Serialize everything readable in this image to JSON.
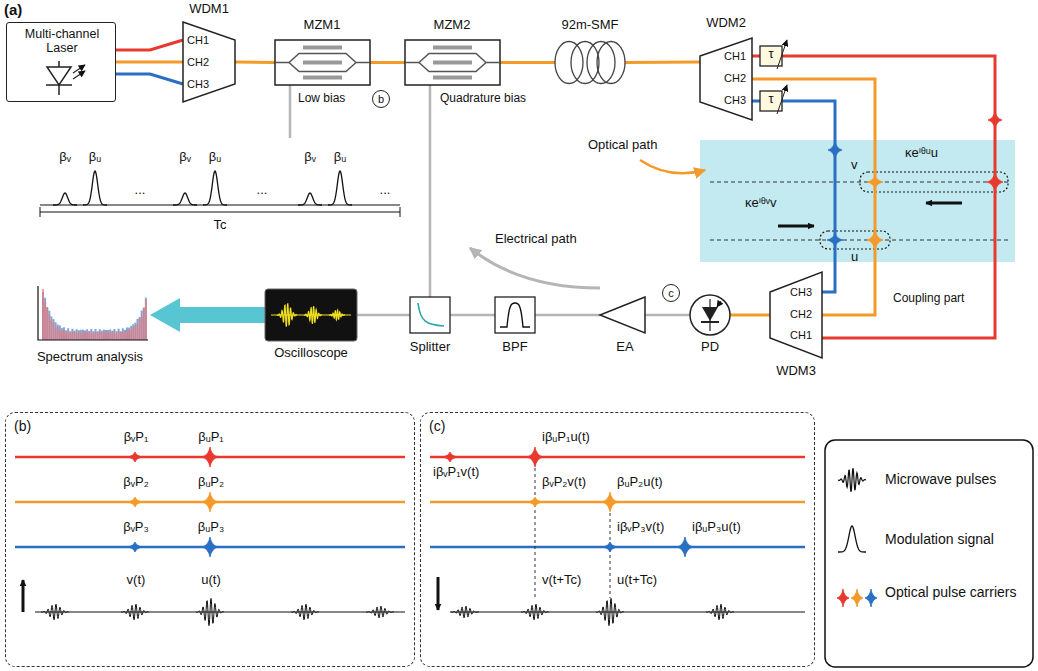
{
  "diagram": {
    "nodes": [
      {
        "text": [
          "Multi-channel Laser"
        ]
      },
      {
        "text": [
          "WDM1",
          "CH1",
          "CH2",
          "CH3"
        ]
      },
      {
        "text": [
          "MZM1"
        ]
      },
      {
        "text": [
          "MZM2"
        ]
      },
      {
        "text": [
          "92m-SMF"
        ]
      },
      {
        "text": [
          "WDM2",
          "CH1",
          "CH2",
          "CH3"
        ]
      },
      {
        "text": [
          "τ"
        ]
      },
      {
        "text": [
          "τ"
        ]
      },
      {
        "text": [
          "Coupling part",
          "v",
          "u",
          "κeⁱᶿᵘu",
          "κeⁱᶿᵛv"
        ]
      },
      {
        "text": [
          "WDM3",
          "CH3",
          "CH2",
          "CH1"
        ]
      },
      {
        "text": [
          "PD"
        ]
      },
      {
        "text": [
          "EA"
        ]
      },
      {
        "text": [
          "BPF"
        ]
      },
      {
        "text": [
          "Splitter"
        ]
      },
      {
        "text": [
          "Oscilloscope"
        ]
      },
      {
        "text": [
          "Spectrum analysis"
        ]
      },
      {
        "text": [
          "(b)",
          "βᵥP₁",
          "βᵤP₁",
          "βᵥP₂",
          "βᵤP₂",
          "βᵥP₃",
          "βᵤP₃",
          "v(t)",
          "u(t)"
        ]
      },
      {
        "text": [
          "(c)",
          "iβᵥP₁v(t)",
          "iβᵤP₁u(t)",
          "βᵥP₂v(t)",
          "βᵤP₂u(t)",
          "iβᵥP₃v(t)",
          "iβᵤP₃u(t)",
          "v(t+Tc)",
          "u(t+Tc)"
        ]
      }
    ],
    "edges": [
      {
        "from": 0,
        "to": 1,
        "arrow": "none"
      },
      {
        "from": 1,
        "to": 2,
        "arrow": "none"
      },
      {
        "from": 2,
        "to": 3,
        "arrow": "none"
      },
      {
        "from": 3,
        "to": 4,
        "arrow": "none"
      },
      {
        "from": 4,
        "to": 5,
        "arrow": "none"
      },
      {
        "from": 5,
        "to": 6,
        "arrow": "none"
      },
      {
        "from": 5,
        "to": 7,
        "arrow": "none"
      },
      {
        "from": 5,
        "to": 9,
        "arrow": "none"
      },
      {
        "from": 6,
        "to": 9,
        "arrow": "none"
      },
      {
        "from": 7,
        "to": 9,
        "arrow": "none"
      },
      {
        "from": 9,
        "to": 10,
        "arrow": "none"
      },
      {
        "from": 10,
        "to": 11,
        "arrow": "none"
      },
      {
        "from": 11,
        "to": 12,
        "arrow": "none"
      },
      {
        "from": 12,
        "to": 13,
        "arrow": "none"
      },
      {
        "from": 13,
        "to": 14,
        "arrow": "none"
      },
      {
        "from": 13,
        "to": 3,
        "arrow": "none"
      },
      {
        "from": 14,
        "to": 15,
        "arrow": "to"
      }
    ],
    "labels": [
      "(a)",
      "Low bias",
      "Quadrature bias",
      "b",
      "c",
      "Optical path",
      "Electrical path",
      "βᵥ",
      "βᵤ",
      "βᵥ",
      "βᵤ",
      "βᵥ",
      "βᵤ",
      "...",
      "...",
      "...",
      "Tc"
    ],
    "legend": [
      {
        "text": "Microwave pulses"
      },
      {
        "text": "Modulation signal"
      },
      {
        "text": "Optical pulse carriers"
      }
    ]
  }
}
